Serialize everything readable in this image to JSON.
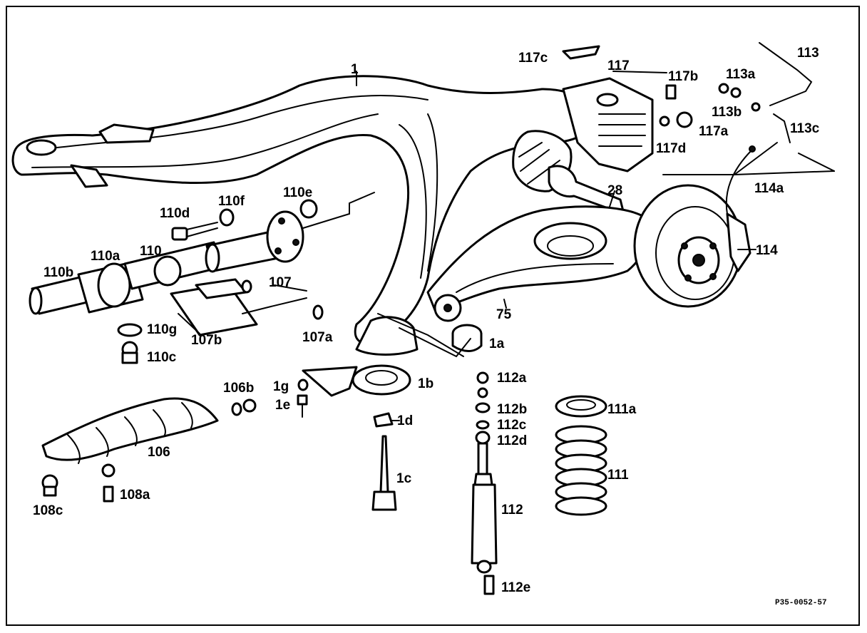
{
  "diagram": {
    "figure_code": "P35-0052-57",
    "labels": {
      "p1": "1",
      "p1a": "1a",
      "p1b": "1b",
      "p1c": "1c",
      "p1d": "1d",
      "p1e": "1e",
      "p1g": "1g",
      "p28": "28",
      "p75": "75",
      "p106": "106",
      "p106b": "106b",
      "p108a": "108a",
      "p108c": "108c",
      "p107": "107",
      "p107a": "107a",
      "p107b": "107b",
      "p110": "110",
      "p110a": "110a",
      "p110b": "110b",
      "p110c": "110c",
      "p110d": "110d",
      "p110e": "110e",
      "p110f": "110f",
      "p110g": "110g",
      "p111": "111",
      "p111a": "111a",
      "p112": "112",
      "p112a": "112a",
      "p112b": "112b",
      "p112c": "112c",
      "p112d": "112d",
      "p112e": "112e",
      "p113": "113",
      "p113a": "113a",
      "p113b": "113b",
      "p113c": "113c",
      "p114": "114",
      "p114a": "114a",
      "p117": "117",
      "p117a": "117a",
      "p117b": "117b",
      "p117c": "117c",
      "p117d": "117d"
    }
  }
}
